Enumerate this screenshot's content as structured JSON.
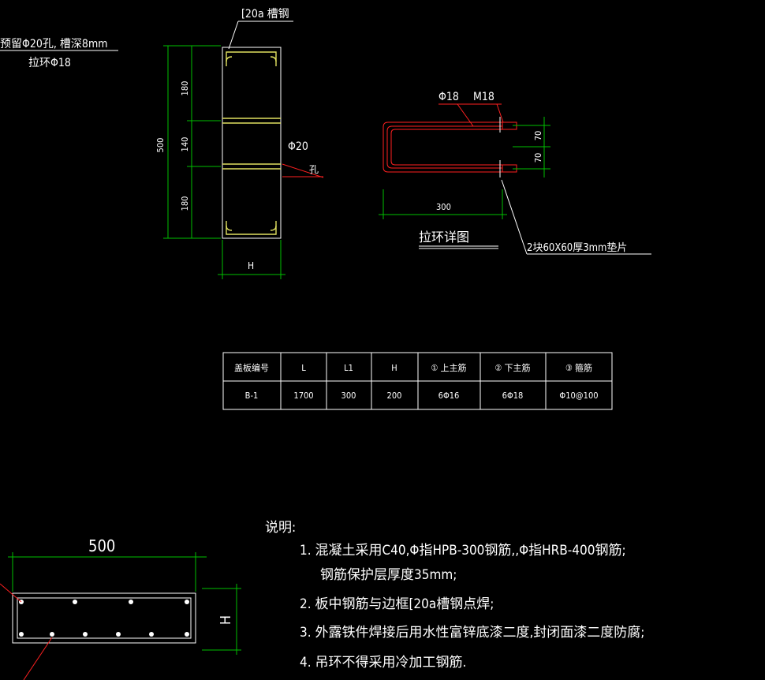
{
  "labels": {
    "channel_top": "[20a 槽钢",
    "reserved_hole": "预留Φ20孔, 槽深8mm",
    "pull_ring": "拉环Φ18",
    "dim_180_top": "180",
    "dim_140": "140",
    "dim_180_bot": "180",
    "dim_500_v": "500",
    "phi20": "Φ20",
    "hole": "孔",
    "dim_H": "H",
    "phi18": "Φ18",
    "m18": "M18",
    "dim_70a": "70",
    "dim_70b": "70",
    "dim_300": "300",
    "ring_detail": "拉环详图",
    "pad": "2块60X60厚3mm垫片",
    "dim_500_h": "500",
    "dim_H_side": "H"
  },
  "table": {
    "headers": [
      "盖板编号",
      "L",
      "L1",
      "H",
      "① 上主筋",
      "② 下主筋",
      "③ 箍筋"
    ],
    "rows": [
      [
        "B-1",
        "1700",
        "300",
        "200",
        "6Φ16",
        "6Φ18",
        "Φ10@100"
      ]
    ]
  },
  "notes": {
    "title": "说明:",
    "items": [
      "1. 混凝土采用C40,Φ指HPB-300钢筋,,Φ指HRB-400钢筋;",
      "钢筋保护层厚度35mm;",
      "2. 板中钢筋与边框[20a槽钢点焊;",
      "3. 外露铁件焊接后用水性富锌底漆二度,封闭面漆二度防腐;",
      "4. 吊环不得采用冷加工钢筋."
    ]
  },
  "colors": {
    "background": "#000000",
    "dimension": "#00c000",
    "leader": "#ff2020",
    "steel": "#e0e060",
    "text": "#ffffff"
  }
}
